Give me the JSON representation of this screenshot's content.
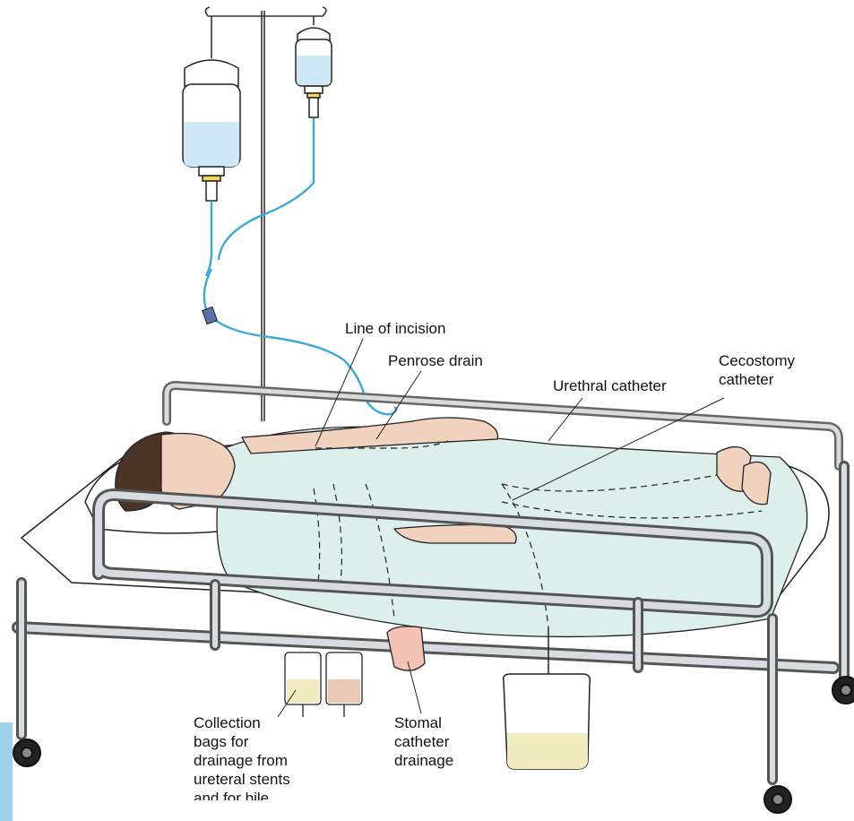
{
  "labels": {
    "line_of_incision": "Line of incision",
    "penrose_drain": "Penrose drain",
    "urethral_catheter": "Urethral catheter",
    "cecostomy_catheter": [
      "Cecostomy",
      "catheter"
    ],
    "collection_bags": [
      "Collection",
      "bags for",
      "drainage from",
      "ureteral stents",
      "and for bile"
    ],
    "stomal_drainage": [
      "Stomal",
      "catheter",
      "drainage"
    ]
  },
  "colors": {
    "iv_fluid": "#cfe8f5",
    "iv_tubing": "#3aa9d8",
    "sheet": "#dcefea",
    "skin": "#f1d2bf",
    "hair": "#4a3426",
    "rail": "#bfc3c6",
    "urine": "#f1ecc0",
    "bile": "#e9c9b5",
    "side_tab": "#9fd3ea"
  }
}
